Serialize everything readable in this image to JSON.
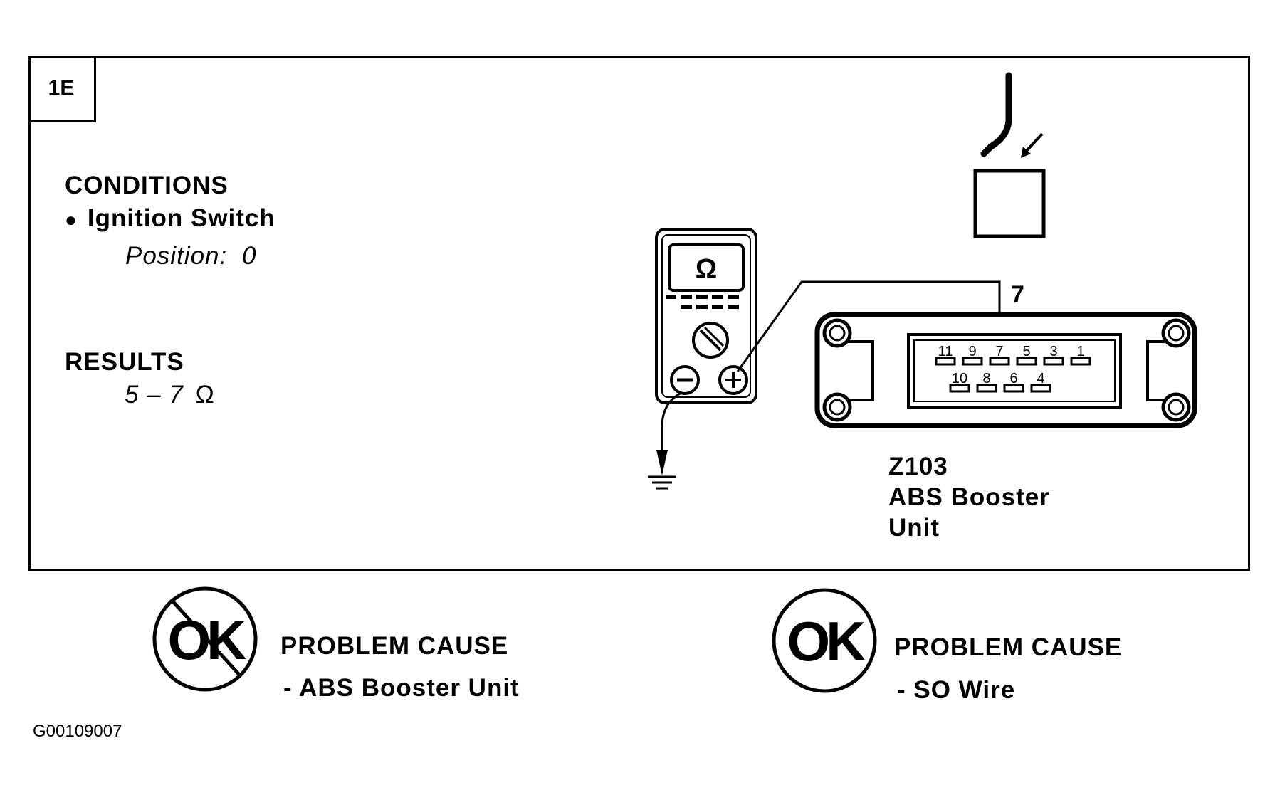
{
  "step_tag": "1E",
  "conditions": {
    "heading": "CONDITIONS",
    "bullet": "●",
    "item": "Ignition Switch",
    "position_label": "Position:",
    "position_value": "0"
  },
  "results": {
    "heading": "RESULTS",
    "value": "5 – 7",
    "unit": "Ω"
  },
  "meter": {
    "display_symbol": "Ω",
    "neg_symbol": "−",
    "pos_symbol": "+"
  },
  "connector": {
    "probe_pin": "7",
    "pins_top": [
      "11",
      "9",
      "7",
      "5",
      "3",
      "1"
    ],
    "pins_bottom": [
      "10",
      "8",
      "6",
      "4"
    ],
    "id": "Z103",
    "name_line1": "ABS Booster",
    "name_line2": "Unit"
  },
  "outcome_not_ok": {
    "badge": "OK",
    "heading": "PROBLEM CAUSE",
    "cause": "-  ABS Booster Unit"
  },
  "outcome_ok": {
    "badge": "OK",
    "heading": "PROBLEM CAUSE",
    "cause": "-  SO  Wire"
  },
  "figure_code": "G00109007"
}
